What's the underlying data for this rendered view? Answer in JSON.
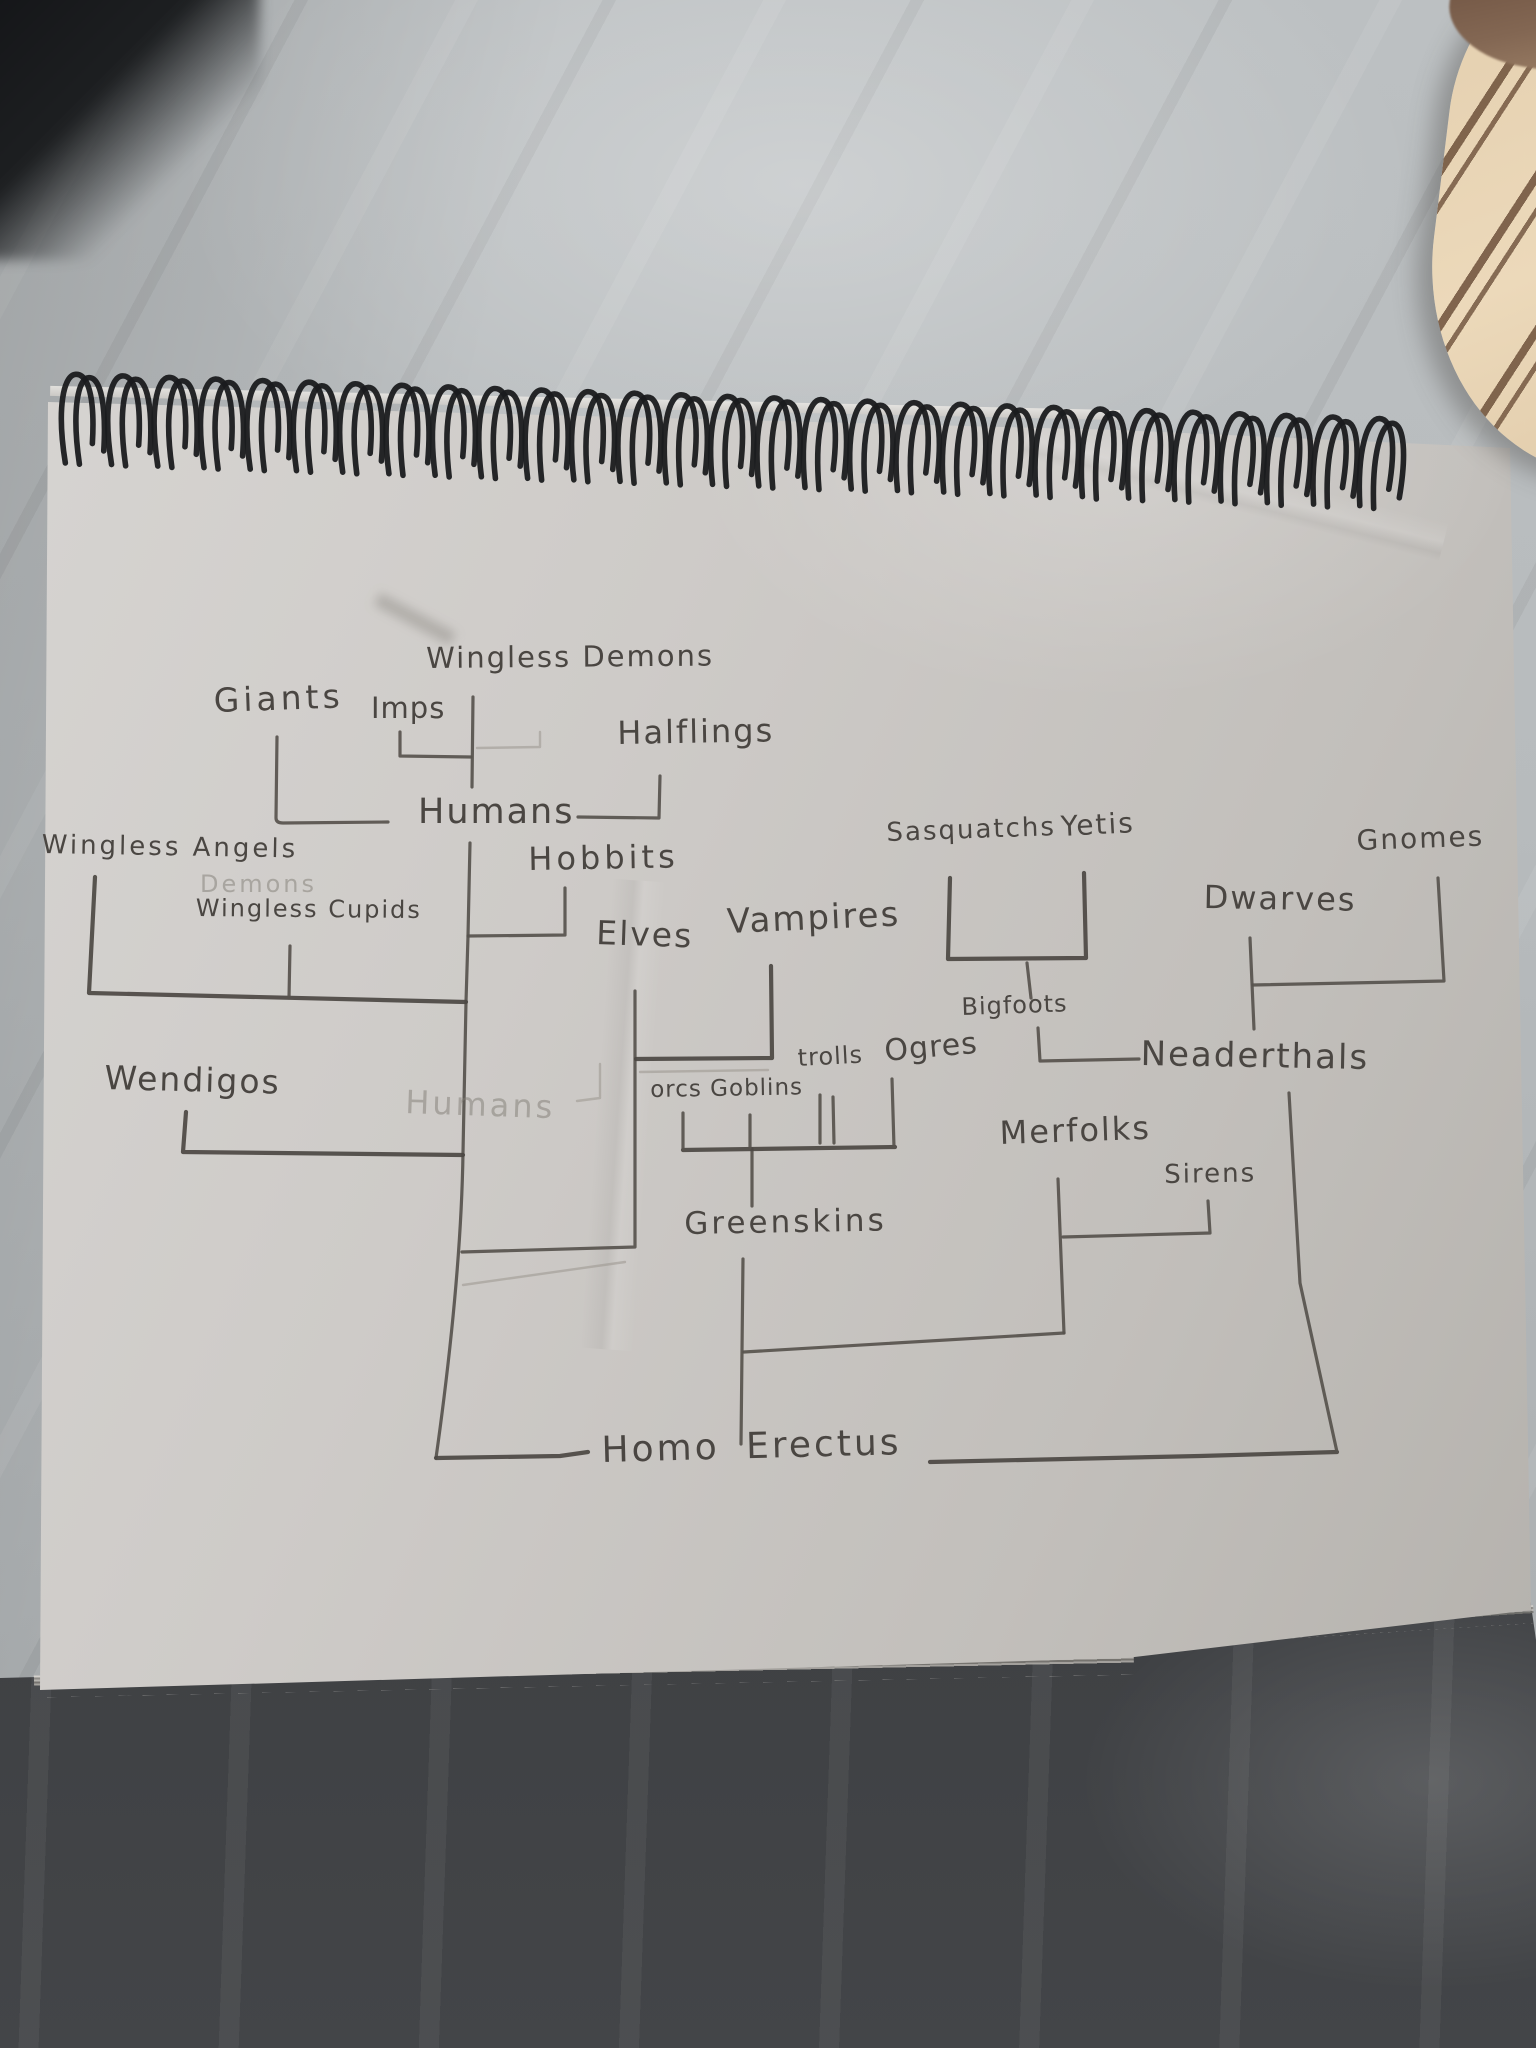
{
  "scene": {
    "description": "Photo of a spiral-bound sketchbook on a bed sheet with a hand-drawn pencil family tree of fantasy species",
    "pencil_color": "#57534d",
    "paper_color": "#c9c6c2",
    "sheet_color": "#b7bbbd",
    "shadow_color": "#3a3c3f",
    "fabric_color": "#ead7b8",
    "fabric_stripe_color": "#6d503a",
    "coil_color": "#1a1b1d"
  },
  "diagram": {
    "title": "Fantasy species family tree",
    "type": "tree",
    "root": "Homo Erectus",
    "nodes": {
      "wingless_demons": {
        "label": "Wingless Demons"
      },
      "giants": {
        "label": "Giants"
      },
      "imps": {
        "label": "Imps"
      },
      "halflings": {
        "label": "Halflings"
      },
      "humans": {
        "label": "Humans"
      },
      "wingless_angels": {
        "label": "Wingless Angels"
      },
      "demons_erased": {
        "label": "Demons",
        "erased": true
      },
      "wingless_cupids": {
        "label": "Wingless Cupids"
      },
      "hobbits": {
        "label": "Hobbits"
      },
      "wendigos": {
        "label": "Wendigos"
      },
      "humans_erased": {
        "label": "Humans",
        "erased": true
      },
      "elves": {
        "label": "Elves"
      },
      "vampires": {
        "label": "Vampires"
      },
      "sasquatchs": {
        "label": "Sasquatchs"
      },
      "yetis": {
        "label": "Yetis"
      },
      "gnomes": {
        "label": "Gnomes"
      },
      "dwarves": {
        "label": "Dwarves"
      },
      "bigfoots": {
        "label": "Bigfoots"
      },
      "neaderthals": {
        "label": "Neaderthals"
      },
      "ogres": {
        "label": "Ogres"
      },
      "trolls": {
        "label": "trolls"
      },
      "orcs_goblins": {
        "label": "orcs Goblins"
      },
      "merfolks": {
        "label": "Merfolks"
      },
      "sirens": {
        "label": "Sirens"
      },
      "greenskins": {
        "label": "Greenskins"
      },
      "homo_erectus": {
        "label": "Homo Erectus"
      }
    },
    "relationships": [
      {
        "parent": "Humans",
        "children": [
          "Giants",
          "Imps",
          "Wingless Demons",
          "Halflings"
        ]
      },
      {
        "parent": "Homo Erectus",
        "children": [
          "Humans",
          "Hobbits",
          "Wingless Angels",
          "Wingless Cupids",
          "Wendigos",
          "Elves",
          "Vampires",
          "Greenskins",
          "Merfolks",
          "Neaderthals"
        ]
      },
      {
        "parent": "Greenskins",
        "children": [
          "orcs",
          "Goblins",
          "trolls",
          "Ogres"
        ]
      },
      {
        "parent": "Merfolks",
        "children": [
          "Sirens"
        ]
      },
      {
        "parent": "Bigfoots",
        "children": [
          "Sasquatchs",
          "Yetis"
        ]
      },
      {
        "parent": "Neaderthals",
        "children": [
          "Bigfoots",
          "Dwarves"
        ]
      },
      {
        "parent": "Dwarves",
        "children": [
          "Gnomes"
        ]
      }
    ]
  }
}
